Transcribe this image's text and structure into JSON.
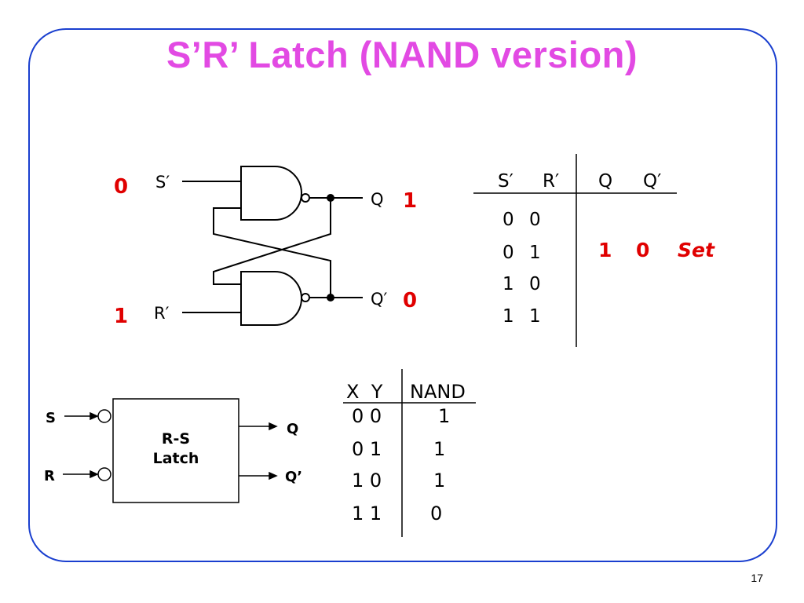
{
  "slide": {
    "title": "S’R’ Latch (NAND version)",
    "page_number": "17",
    "frame_color": "#1a3fcf",
    "title_color": "#e24ae3",
    "highlight_color": "#e00000"
  },
  "circuit": {
    "input_top_label": "S′",
    "input_bottom_label": "R′",
    "output_top_label": "Q",
    "output_bottom_label": "Q′",
    "input_top_value": "0",
    "input_bottom_value": "1",
    "output_top_value": "1",
    "output_bottom_value": "0",
    "gates": [
      "nand-gate-top",
      "nand-gate-bottom"
    ]
  },
  "latch_table": {
    "headers": [
      "S′",
      "R′",
      "Q",
      "Q′"
    ],
    "rows": [
      {
        "s": "0",
        "r": "0"
      },
      {
        "s": "0",
        "r": "1"
      },
      {
        "s": "1",
        "r": "0"
      },
      {
        "s": "1",
        "r": "1"
      }
    ],
    "highlight": {
      "q": "1",
      "qbar": "0",
      "note": "Set"
    }
  },
  "block_diagram": {
    "box_title": "R-S",
    "box_subtitle": "Latch",
    "input_s": "S",
    "input_r": "R",
    "output_q": "Q",
    "output_qbar": "Q’"
  },
  "nand_table": {
    "headers": [
      "X  Y",
      "NAND"
    ],
    "rows": [
      {
        "xy": "0 0",
        "out": "1"
      },
      {
        "xy": "0 1",
        "out": "1"
      },
      {
        "xy": "1 0",
        "out": "1"
      },
      {
        "xy": "1 1",
        "out": "0"
      }
    ]
  }
}
